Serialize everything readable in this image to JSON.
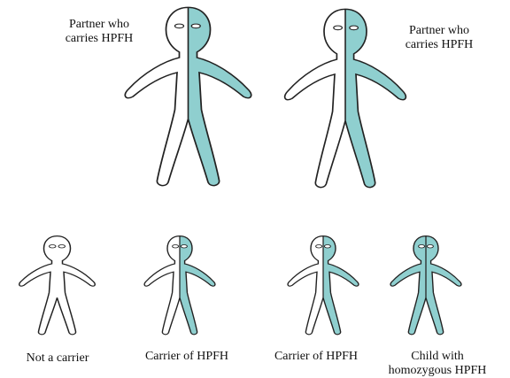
{
  "parents": {
    "left": {
      "line1": "Partner who",
      "line2": "carries HPFH"
    },
    "right": {
      "line1": "Partner who",
      "line2": "carries HPFH"
    }
  },
  "children": [
    {
      "line1": "Not a carrier"
    },
    {
      "line1": "Carrier of HPFH"
    },
    {
      "line1": "Carrier of HPFH"
    },
    {
      "line1": "Child with",
      "line2": "homozygous HPFH"
    }
  ],
  "colors": {
    "fill": "#8fcfcf",
    "outline": "#222222",
    "background": "#ffffff"
  }
}
